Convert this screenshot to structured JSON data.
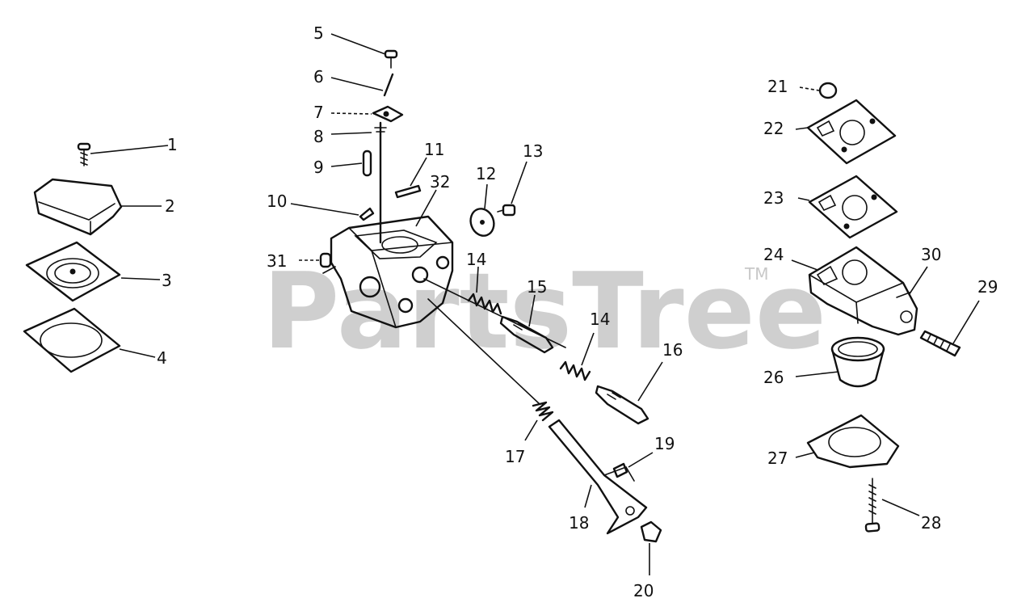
{
  "watermark": {
    "text": "PartsTree",
    "trademark": "TM"
  },
  "labels": {
    "p1": "1",
    "p2": "2",
    "p3": "3",
    "p4": "4",
    "p5": "5",
    "p6": "6",
    "p7": "7",
    "p8": "8",
    "p9": "9",
    "p10": "10",
    "p11": "11",
    "p12": "12",
    "p13": "13",
    "p14a": "14",
    "p14b": "14",
    "p15": "15",
    "p16": "16",
    "p17": "17",
    "p18": "18",
    "p19": "19",
    "p20": "20",
    "p21": "21",
    "p22": "22",
    "p23": "23",
    "p24": "24",
    "p26": "26",
    "p27": "27",
    "p28": "28",
    "p29": "29",
    "p30": "30",
    "p31": "31",
    "p32": "32"
  }
}
